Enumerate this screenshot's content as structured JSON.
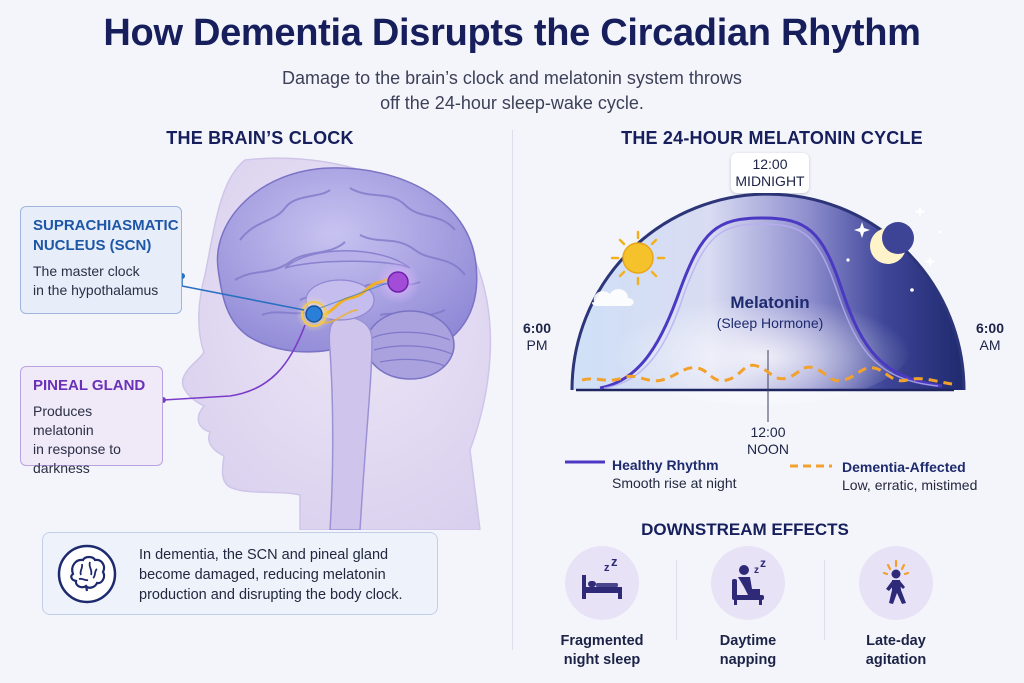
{
  "header": {
    "title": "How Dementia Disrupts the Circadian Rhythm",
    "subtitle_line1": "Damage to the brain’s clock and melatonin system throws",
    "subtitle_line2": "off the 24-hour sleep-wake cycle."
  },
  "left_panel": {
    "heading": "THE BRAIN’S CLOCK",
    "scn": {
      "title_line1": "SUPRACHIASMATIC",
      "title_line2": "NUCLEUS (SCN)",
      "desc_line1": "The master clock",
      "desc_line2": "in the hypothalamus"
    },
    "pineal": {
      "title": "PINEAL GLAND",
      "desc_line1": "Produces melatonin",
      "desc_line2": "in response to",
      "desc_line3": "darkness"
    },
    "info": {
      "icon": "brain-icon",
      "line1": "In dementia, the SCN and pineal gland",
      "line2": "become damaged, reducing melatonin",
      "line3": "production and disrupting the body clock."
    }
  },
  "right_panel": {
    "heading": "THE 24-HOUR MELATONIN CYCLE",
    "clock": {
      "top_time": "12:00",
      "top_label": "MIDNIGHT",
      "left_time": "6:00",
      "left_label": "PM",
      "right_time": "6:00",
      "right_label": "AM",
      "bottom_time": "12:00",
      "bottom_label": "NOON"
    },
    "curve_label": {
      "name": "Melatonin",
      "desc": "(Sleep Hormone)"
    },
    "legend": [
      {
        "title": "Healthy Rhythm",
        "desc": "Smooth rise at night",
        "color": "#4b39c4",
        "style": "solid"
      },
      {
        "title": "Dementia-Affected",
        "desc": "Low, erratic, mistimed",
        "color": "#f2a12c",
        "style": "dashed"
      }
    ],
    "effects_title": "DOWNSTREAM EFFECTS",
    "effects": [
      {
        "label_line1": "Fragmented",
        "label_line2": "night sleep",
        "icon": "bed-sleep-icon"
      },
      {
        "label_line1": "Daytime",
        "label_line2": "napping",
        "icon": "chair-nap-icon"
      },
      {
        "label_line1": "Late-day",
        "label_line2": "agitation",
        "icon": "agitated-walking-icon"
      }
    ]
  },
  "colors": {
    "title": "#161f5c",
    "healthy": "#4b39c4",
    "dementia": "#f2a12c",
    "scn_blue": "#1e56a6",
    "pineal_purple": "#6a31b8"
  }
}
